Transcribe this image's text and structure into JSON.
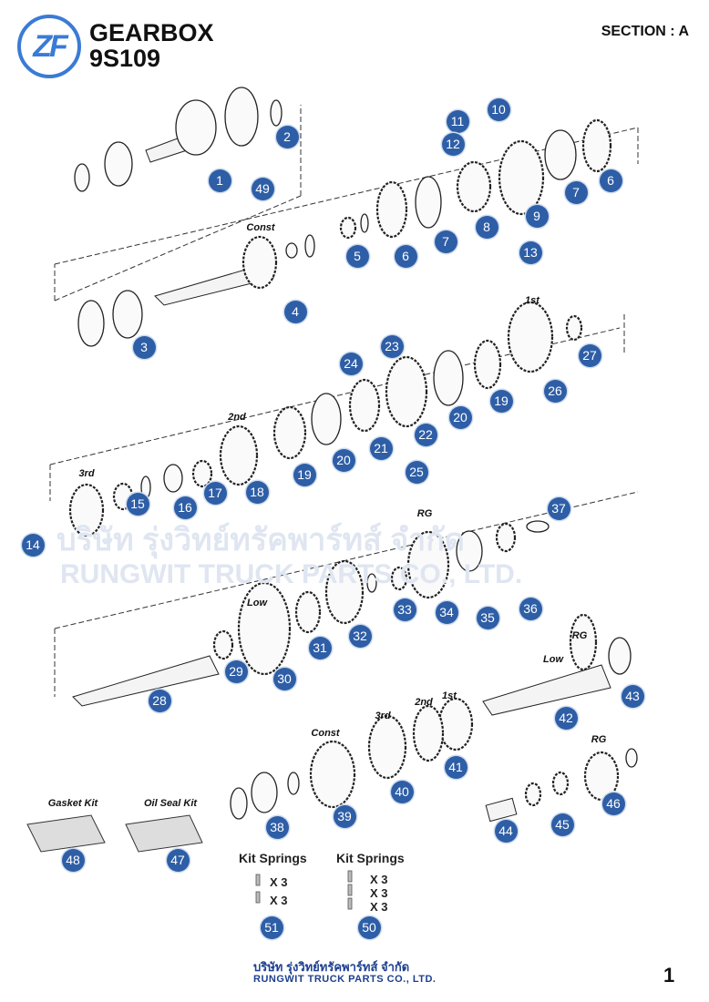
{
  "header": {
    "logo_text": "ZF",
    "title_line1": "GEARBOX",
    "title_line2": "9S109",
    "section": "SECTION : A"
  },
  "watermark": {
    "thai": "บริษัท รุ่งวิทย์ทรัคพาร์ทส์ จำกัด",
    "english": "RUNGWIT TRUCK PARTS CO., LTD."
  },
  "labels": [
    "Const",
    "1st",
    "2nd",
    "3rd",
    "RG",
    "Low",
    "RG",
    "Low",
    "3rd",
    "2nd",
    "1st",
    "Const",
    "RG",
    "Gasket Kit",
    "Oil Seal Kit"
  ],
  "callouts": [
    "1",
    "2",
    "49",
    "10",
    "11",
    "12",
    "8",
    "9",
    "13",
    "7",
    "6",
    "5",
    "6",
    "7",
    "4",
    "3",
    "27",
    "26",
    "23",
    "24",
    "19",
    "20",
    "22",
    "21",
    "25",
    "20",
    "19",
    "18",
    "17",
    "16",
    "15",
    "14",
    "37",
    "36",
    "35",
    "34",
    "33",
    "32",
    "31",
    "30",
    "29",
    "28",
    "43",
    "42",
    "41",
    "40",
    "39",
    "38",
    "46",
    "45",
    "44",
    "48",
    "47",
    "51",
    "50"
  ],
  "kits": {
    "kit_51": {
      "title": "Kit Springs",
      "quantities": [
        "X 3",
        "X 3"
      ]
    },
    "kit_50": {
      "title": "Kit Springs",
      "quantities": [
        "X 3",
        "X 3",
        "X 3"
      ]
    }
  },
  "footer": {
    "company_thai": "บริษัท รุ่งวิทย์ทรัคพาร์ทส์ จำกัด",
    "company_english": "RUNGWIT TRUCK PARTS CO., LTD.",
    "page_number": "1"
  },
  "colors": {
    "callout": "#2e5ea6",
    "logo": "#3a7bd5",
    "footer": "#1d3f8f"
  }
}
